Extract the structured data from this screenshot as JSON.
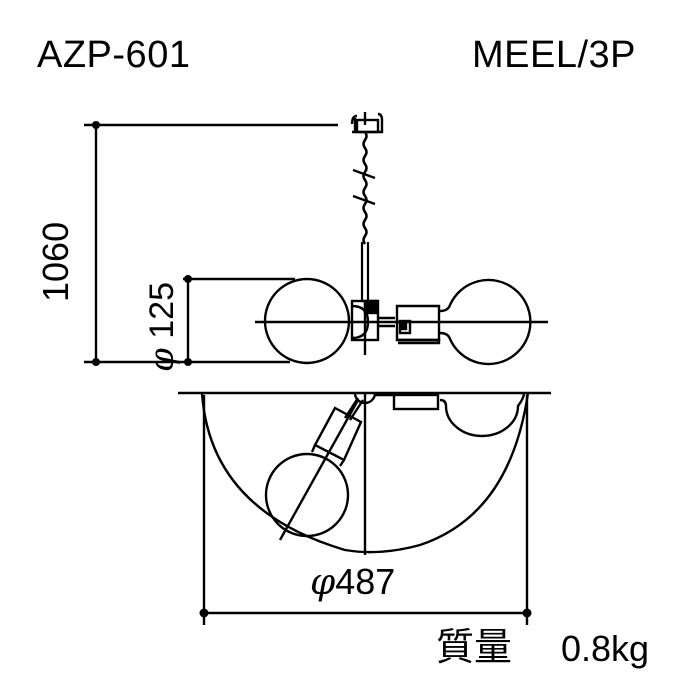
{
  "header": {
    "model_number": "AZP-601",
    "variant_code": "MEEL/3P"
  },
  "dimensions": {
    "overall_height": "1060",
    "globe_diameter_symbol": "φ",
    "globe_diameter": "125",
    "fixture_diameter_symbol": "φ",
    "fixture_diameter": "487"
  },
  "mass": {
    "label": "質量",
    "value": "0.8kg"
  },
  "views": {
    "front": "side-elevation",
    "plan": "top-plan"
  },
  "colors": {
    "line": "#000000",
    "background": "#ffffff"
  }
}
